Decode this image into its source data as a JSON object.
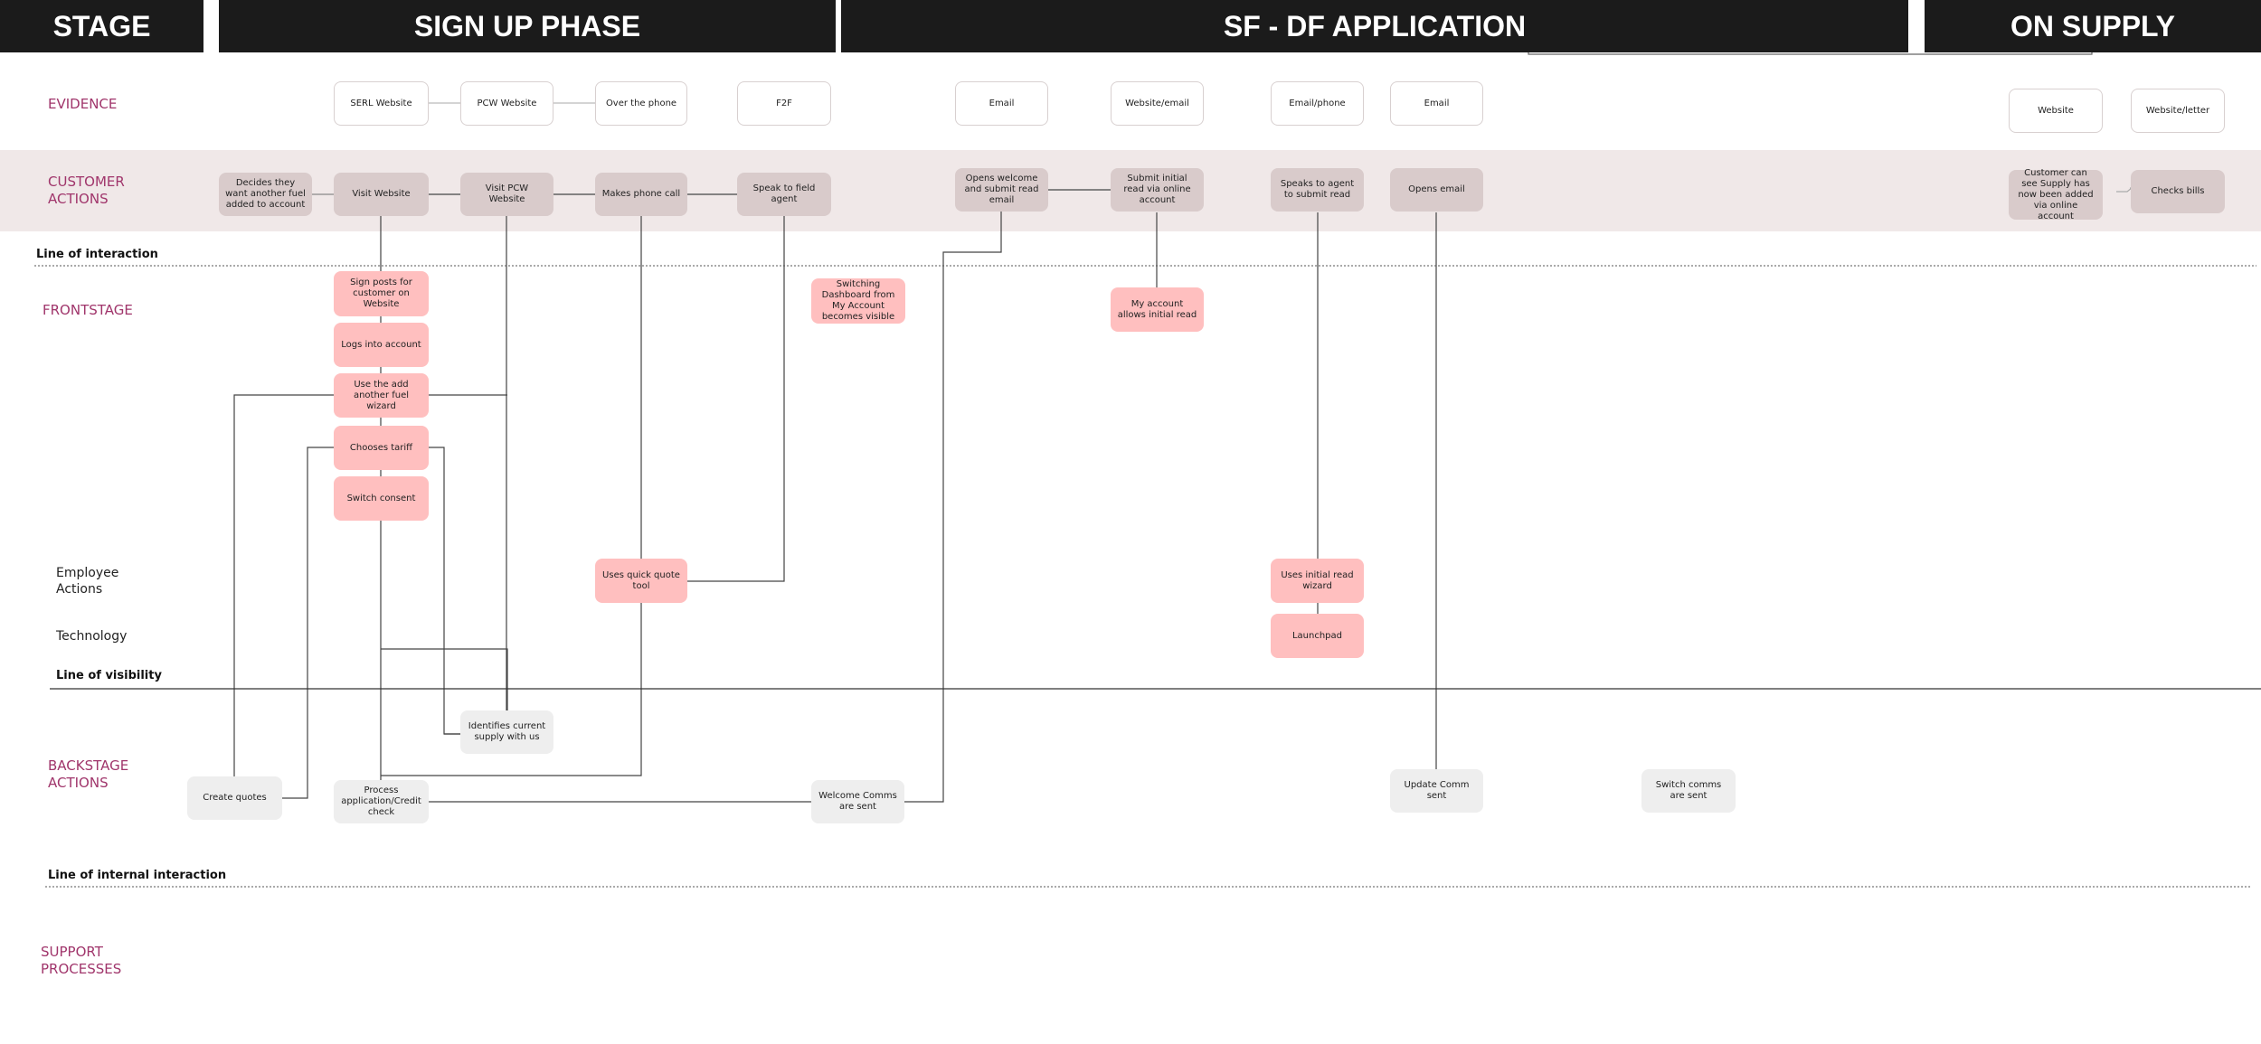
{
  "stages": {
    "stage": "STAGE",
    "sign_up": "SIGN UP PHASE",
    "sf_df": "SF - DF APPLICATION",
    "on_supply": "ON SUPPLY"
  },
  "lanes": {
    "evidence": "EVIDENCE",
    "customer_actions_1": "CUSTOMER",
    "customer_actions_2": "ACTIONS",
    "frontstage": "FRONTSTAGE",
    "employee_actions_1": "Employee",
    "employee_actions_2": "Actions",
    "technology": "Technology",
    "backstage_1": "BACKSTAGE",
    "backstage_2": "ACTIONS",
    "support_1": "SUPPORT",
    "support_2": "PROCESSES"
  },
  "lines": {
    "interaction": "Line of interaction",
    "visibility": "Line of visibility",
    "internal": "Line of internal interaction"
  },
  "evidence": {
    "serl_website": "SERL Website",
    "pcw_website": "PCW Website",
    "over_phone": "Over the phone",
    "f2f": "F2F",
    "email_1": "Email",
    "website_email": "Website/email",
    "email_phone": "Email/phone",
    "email_2": "Email",
    "website": "Website",
    "website_letter": "Website/letter"
  },
  "customer_actions": {
    "decides_fuel": "Decides they want another fuel added to account",
    "visit_website": "Visit Website",
    "visit_pcw": "Visit PCW Website",
    "makes_call": "Makes phone call",
    "speak_field_agent": "Speak to field agent",
    "opens_welcome": "Opens welcome and submit read email",
    "submit_initial_read": "Submit initial read via online account",
    "speaks_agent": "Speaks to agent to submit read",
    "opens_email": "Opens email",
    "sees_supply": "Customer can see Supply has now been added via online account",
    "checks_bills": "Checks bills"
  },
  "frontstage": {
    "sign_posts": "Sign posts for customer on Website",
    "logs_in": "Logs into account",
    "add_fuel_wizard": "Use the add another fuel wizard",
    "chooses_tariff": "Chooses tariff",
    "switch_consent": "Switch consent",
    "switching_dashboard": "Switching Dashboard from My Account becomes visible",
    "my_account_read": "My account allows initial read"
  },
  "employee_actions": {
    "quick_quote": "Uses quick quote tool",
    "initial_read_wizard": "Uses initial read wizard"
  },
  "technology": {
    "launchpad": "Launchpad"
  },
  "backstage": {
    "identifies_supply": "Identifies current supply with us",
    "create_quotes": "Create quotes",
    "process_application": "Process application/Credit check",
    "welcome_comms": "Welcome Comms are sent",
    "update_comm": "Update Comm sent",
    "switch_comms": "Switch comms are sent"
  },
  "colors": {
    "header_bg": "#1b1b1b",
    "lane_label": "#a0356b",
    "customer_band": "#f0e8e8",
    "customer_box": "#d9cbcb",
    "frontstage_box": "#ffbfbf",
    "backstage_box": "#eeeeee"
  }
}
